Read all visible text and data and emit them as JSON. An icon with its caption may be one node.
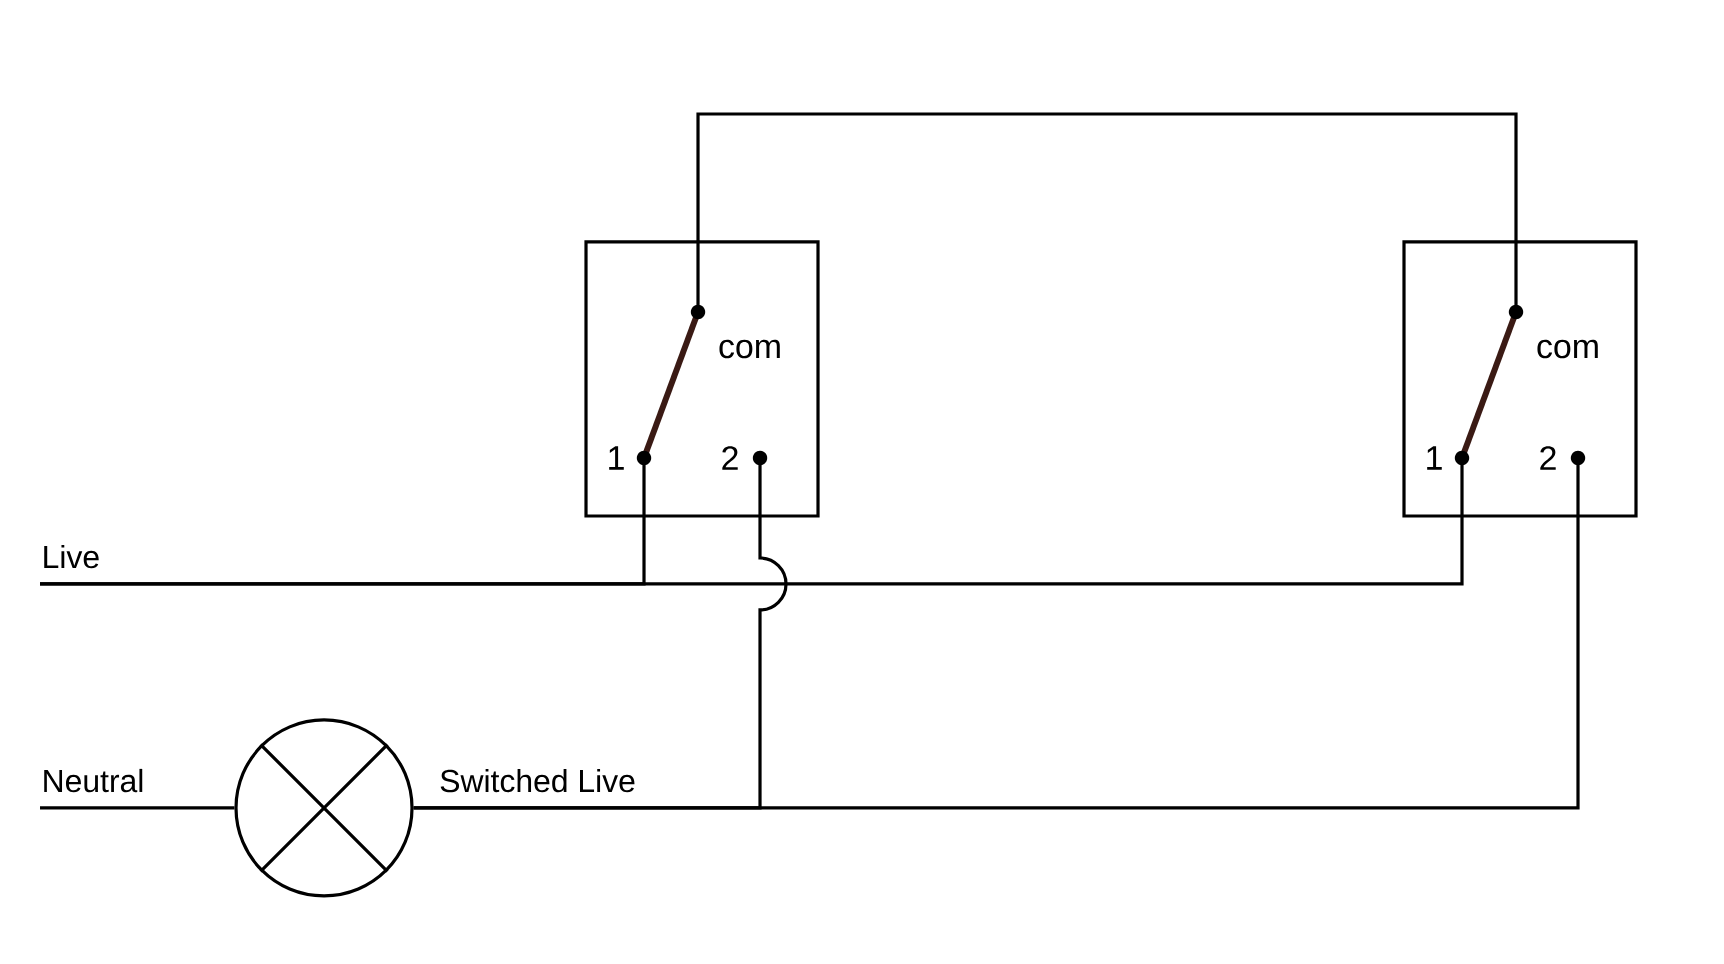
{
  "diagram": {
    "nodes": [
      {
        "text": [
          "com",
          "1",
          "2"
        ]
      },
      {
        "text": [
          "com",
          "1",
          "2"
        ]
      },
      {
        "text": [
          "Live"
        ]
      },
      {
        "text": [
          "Neutral"
        ]
      },
      {
        "text": [],
        "shape": "circle"
      }
    ],
    "edges": [
      {
        "from": 2,
        "to": 0,
        "arrow": "none"
      },
      {
        "from": 2,
        "to": 1,
        "arrow": "none"
      },
      {
        "from": 0,
        "to": 1,
        "arrow": "none"
      },
      {
        "from": 0,
        "to": 4,
        "arrow": "none",
        "label": "Switched Live"
      },
      {
        "from": 1,
        "to": 4,
        "arrow": "none"
      },
      {
        "from": 3,
        "to": 4,
        "arrow": "none"
      }
    ]
  }
}
